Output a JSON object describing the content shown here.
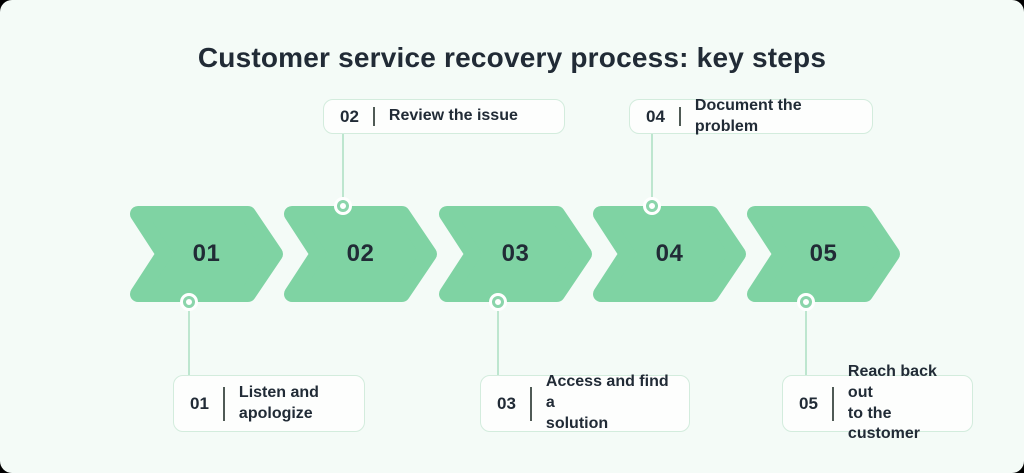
{
  "title": "Customer service recovery process: key steps",
  "steps": [
    {
      "number": "01",
      "label": "Listen and\napologize",
      "callout_position": "bottom"
    },
    {
      "number": "02",
      "label": "Review the issue",
      "callout_position": "top"
    },
    {
      "number": "03",
      "label": "Access and find a\nsolution",
      "callout_position": "bottom"
    },
    {
      "number": "04",
      "label": "Document the problem",
      "callout_position": "top"
    },
    {
      "number": "05",
      "label": "Reach back out\nto the customer",
      "callout_position": "bottom"
    }
  ],
  "colors": {
    "background": "#f4fbf7",
    "arrow_green": "#7fd3a3",
    "ring_green": "#8bd5ab",
    "connector_green": "#bde6cf",
    "box_border": "#d3ecdd",
    "box_background": "#fdfefd",
    "divider_gray": "#4f5a55",
    "text_dark": "#212b36"
  }
}
